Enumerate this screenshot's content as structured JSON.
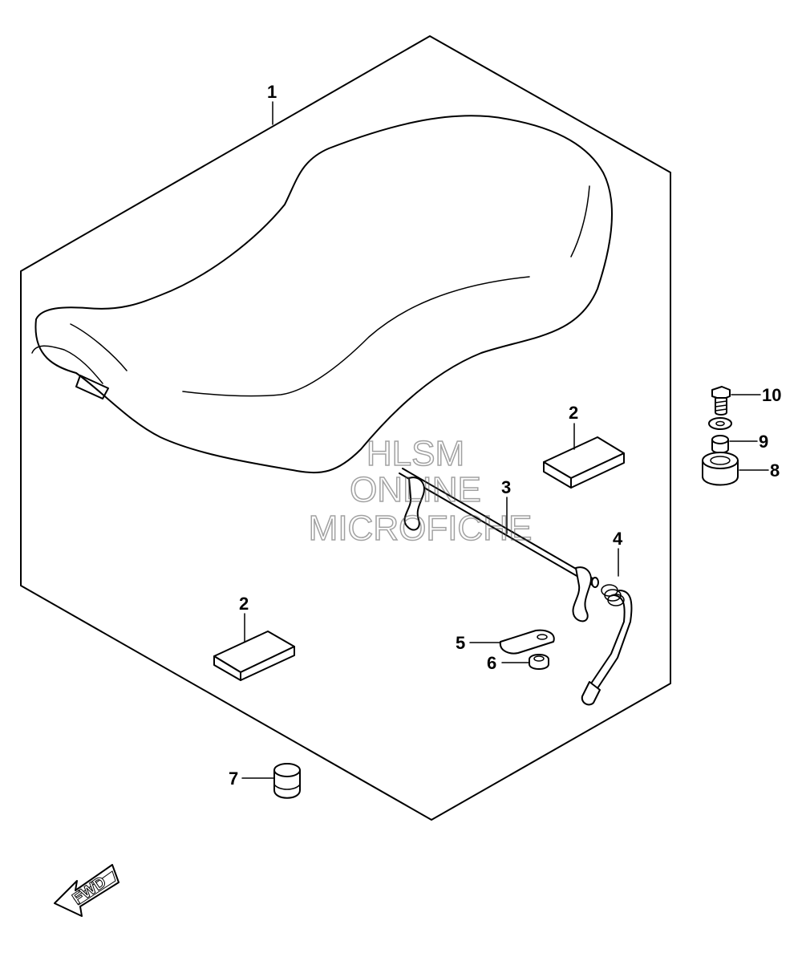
{
  "callouts": {
    "seat": "1",
    "pad_right": "2",
    "pad_left": "2",
    "hook_rod": "3",
    "spring": "4",
    "plate": "5",
    "nut": "6",
    "cushion": "7",
    "spacer": "8",
    "washer": "9",
    "bolt": "10"
  },
  "watermark": {
    "line1": "HLSM",
    "line2": "ONLINE",
    "line3": "MICROFICHE"
  },
  "fwd_label": "FWD",
  "colors": {
    "line": "#000000",
    "background": "#ffffff",
    "watermark": "#555555"
  }
}
